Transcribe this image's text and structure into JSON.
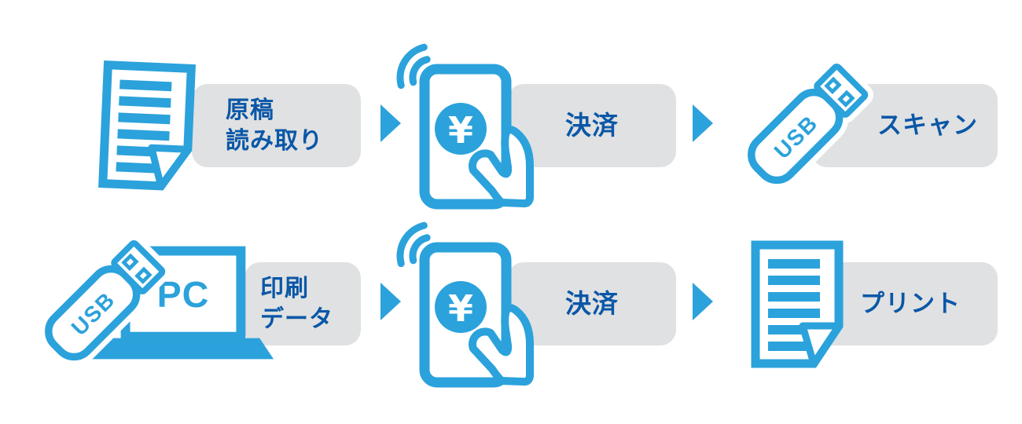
{
  "colors": {
    "blue": "#2BA2DB",
    "dark_blue": "#0A57A7",
    "gray": "#E0E1E2"
  },
  "icon_texts": {
    "usb": "USB",
    "pc": "PC",
    "yen": "¥"
  },
  "rows": [
    {
      "name": "scan-flow",
      "steps": [
        {
          "icon": "document",
          "label_lines": [
            "原稿",
            "読み取り"
          ]
        },
        {
          "icon": "smartphone-payment",
          "label_lines": [
            "決済"
          ]
        },
        {
          "icon": "usb-memory",
          "label_lines": [
            "スキャン"
          ]
        }
      ]
    },
    {
      "name": "print-flow",
      "steps": [
        {
          "icon": "usb-and-pc",
          "label_lines": [
            "印刷",
            "データ"
          ]
        },
        {
          "icon": "smartphone-payment",
          "label_lines": [
            "決済"
          ]
        },
        {
          "icon": "document",
          "label_lines": [
            "プリント"
          ]
        }
      ]
    }
  ]
}
